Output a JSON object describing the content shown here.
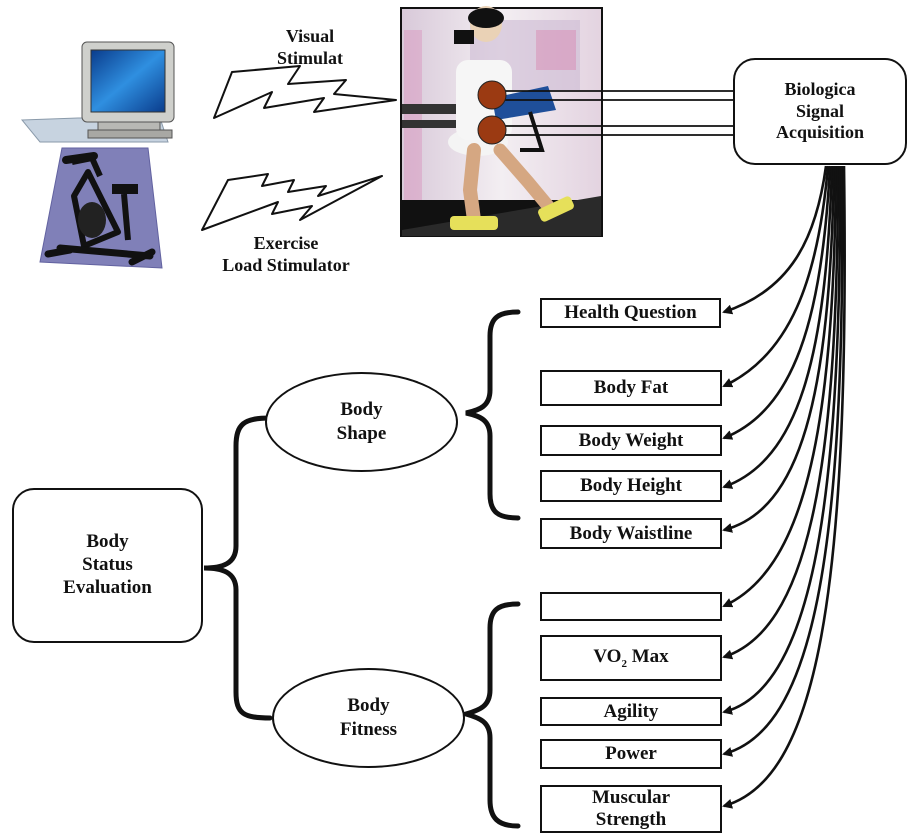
{
  "stimulators": {
    "visual": [
      "Visual",
      "Stimulat"
    ],
    "exercise": [
      "Exercise",
      "Load Stimulator"
    ]
  },
  "acquisition": [
    "Biologica",
    "Signal",
    "Acquisition"
  ],
  "evaluation": [
    "Body",
    "Status",
    "Evaluation"
  ],
  "groups": {
    "shape": [
      "Body",
      "Shape"
    ],
    "fitness": [
      "Body",
      "Fitness"
    ]
  },
  "shape_items": [
    "Health Question",
    "Body Fat",
    "Body Weight",
    "Body Height",
    "Body Waistline"
  ],
  "fitness_items": {
    "blank": "",
    "vo2": {
      "prefix": "VO",
      "sub": "2",
      "suffix": " Max"
    },
    "agility": "Agility",
    "power": "Power",
    "strength": [
      "Muscular",
      "Strength"
    ]
  }
}
